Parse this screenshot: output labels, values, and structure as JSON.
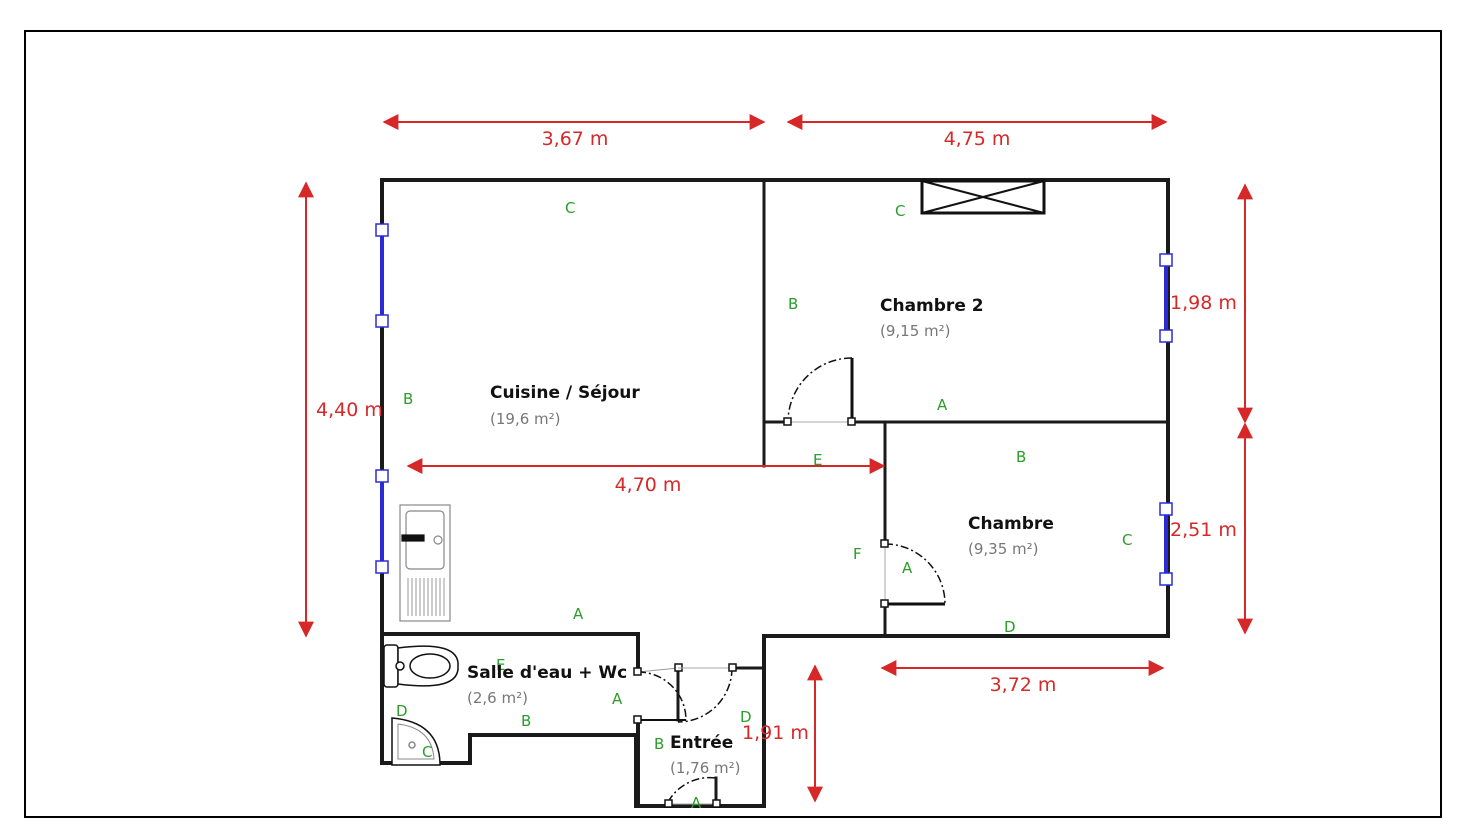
{
  "rooms": [
    {
      "name": "Cuisine / Séjour",
      "area": "(19,6 m²)"
    },
    {
      "name": "Chambre 2",
      "area": "(9,15 m²)"
    },
    {
      "name": "Chambre",
      "area": "(9,35 m²)"
    },
    {
      "name": "Salle d'eau + Wc",
      "area": "(2,6 m²)"
    },
    {
      "name": "Entrée",
      "area": "(1,76 m²)"
    }
  ],
  "dimensions": {
    "top_left": "3,67 m",
    "top_right": "4,75 m",
    "left_height": "4,40 m",
    "right_upper": "1,98 m",
    "right_lower": "2,51 m",
    "inner_width": "4,70 m",
    "bottom_right": "3,72 m",
    "entry_height": "1,91 m"
  },
  "wall_labels": {
    "sejour_top": "C",
    "sejour_left": "B",
    "sejour_bottom": "A",
    "ch2_top": "C",
    "ch2_left": "B",
    "ch2_bottom": "A",
    "couloir": "E",
    "ch_left": "F",
    "ch_door": "A",
    "ch_top": "B",
    "ch_right": "C",
    "ch_bottom": "D",
    "sdb_e": "E",
    "sdb_d": "D",
    "sdb_c": "C",
    "sdb_b": "B",
    "sdb_a": "A",
    "entree_b": "B",
    "entree_d": "D",
    "entree_a": "A"
  },
  "colors": {
    "dimension": "#d62828",
    "wall_label": "#2a9d2a",
    "window": "#2b2bd6",
    "wall": "#1a1a1a"
  }
}
